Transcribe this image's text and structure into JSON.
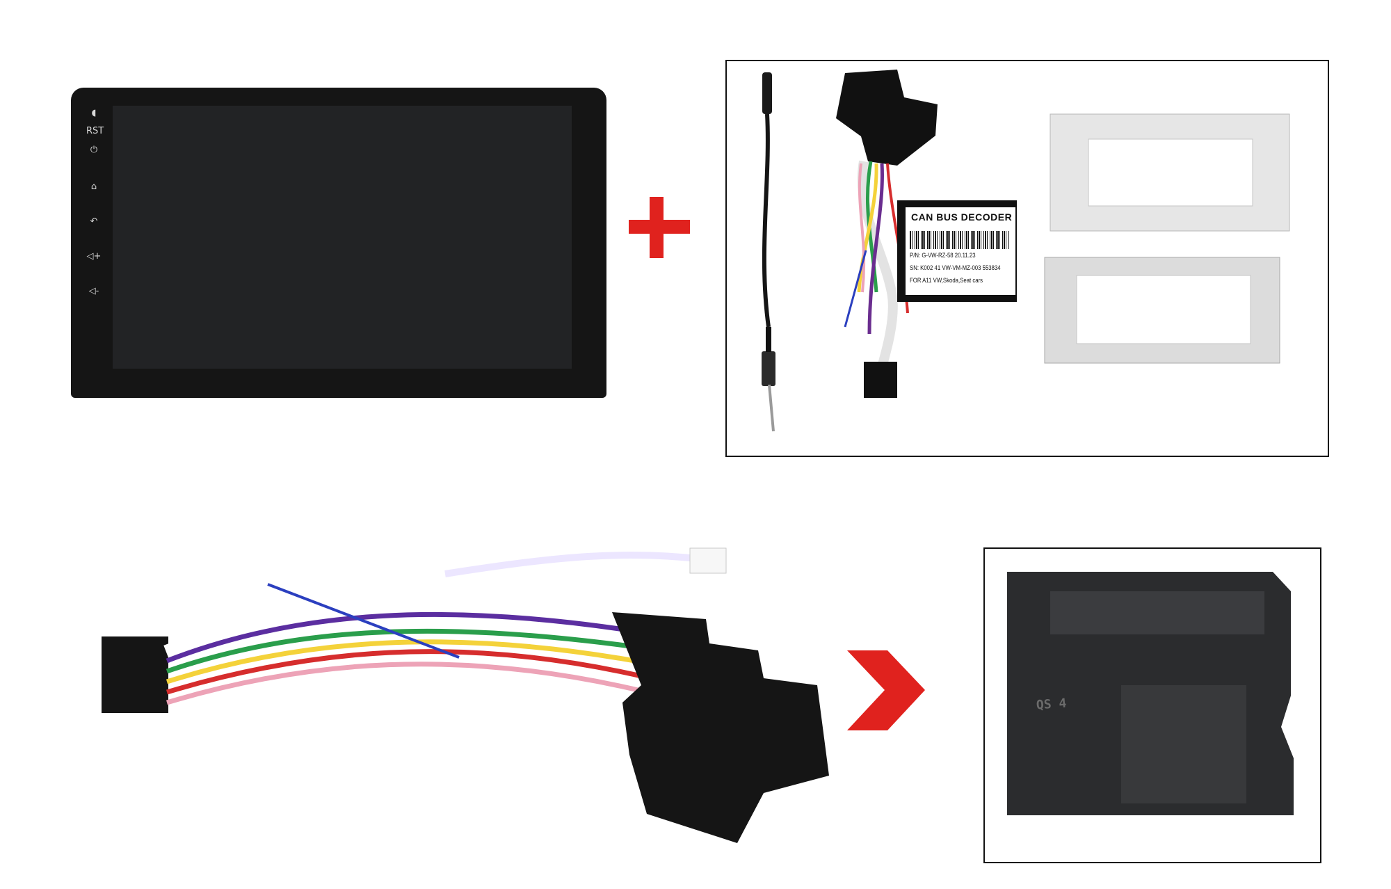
{
  "head_unit": {
    "buttons": [
      {
        "name": "mic-icon",
        "glyph": "◖"
      },
      {
        "name": "reset-icon",
        "glyph": "RST"
      },
      {
        "name": "power-icon",
        "glyph": "⏻"
      },
      {
        "name": "home-icon",
        "glyph": "⌂"
      },
      {
        "name": "back-icon",
        "glyph": "↶"
      },
      {
        "name": "volume-up-icon",
        "glyph": "◁+"
      },
      {
        "name": "volume-down-icon",
        "glyph": "◁-"
      }
    ]
  },
  "plus_symbol": {
    "color": "#e0221e"
  },
  "decoder": {
    "title": "CAN BUS DECODER",
    "line1": "P/N: G-VW-RZ-58   20.11.23",
    "line2": "SN: K002 41 VW-VM-MZ-003 553834",
    "line3": "FOR A11 VW,Skoda,Seat cars"
  },
  "connector": {
    "label": "QS 4"
  },
  "arrow": {
    "color": "#e0221e"
  }
}
